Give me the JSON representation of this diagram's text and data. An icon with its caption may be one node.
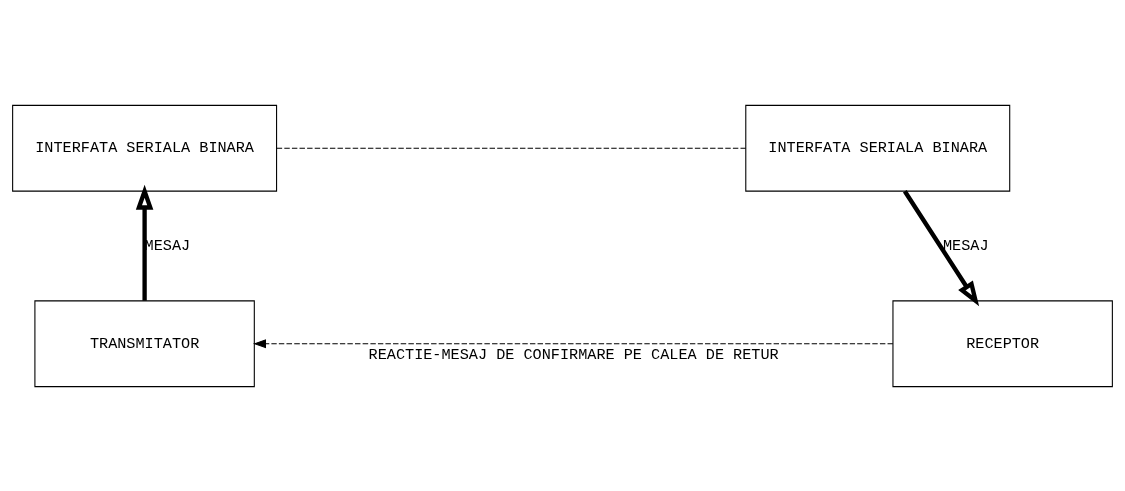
{
  "diagram": {
    "nodes": [
      {
        "text": [
          "INTERFATA SERIALA BINARA"
        ]
      },
      {
        "text": [
          "INTERFATA SERIALA BINARA"
        ]
      },
      {
        "text": [
          "TRANSMITATOR"
        ]
      },
      {
        "text": [
          "RECEPTOR"
        ]
      }
    ],
    "edges": [
      {
        "from": 0,
        "to": 1,
        "arrow": "none",
        "style": "dashed"
      },
      {
        "from": 2,
        "to": 0,
        "arrow": "to",
        "style": "thick",
        "label": "MESAJ"
      },
      {
        "from": 1,
        "to": 3,
        "arrow": "to",
        "style": "thick",
        "label": "MESAJ"
      },
      {
        "from": 3,
        "to": 2,
        "arrow": "to",
        "style": "dashed",
        "label": "REACTIE-MESAJ DE CONFIRMARE PE CALEA DE RETUR"
      }
    ]
  }
}
